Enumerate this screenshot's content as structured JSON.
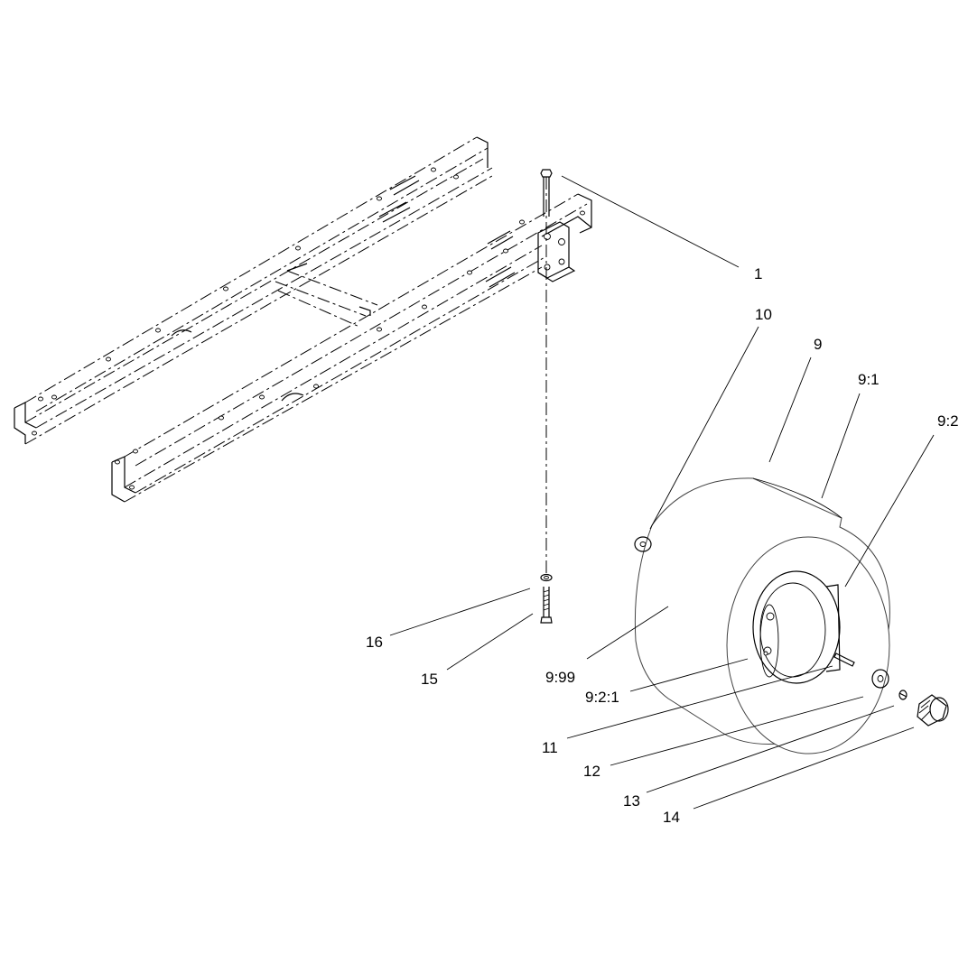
{
  "callouts": [
    {
      "id": "c1",
      "label": "1"
    },
    {
      "id": "c10",
      "label": "10"
    },
    {
      "id": "c9",
      "label": "9"
    },
    {
      "id": "c9_1",
      "label": "9:1"
    },
    {
      "id": "c9_2",
      "label": "9:2"
    },
    {
      "id": "c16",
      "label": "16"
    },
    {
      "id": "c15",
      "label": "15"
    },
    {
      "id": "c9_99",
      "label": "9:99"
    },
    {
      "id": "c9_2_1",
      "label": "9:2:1"
    },
    {
      "id": "c11",
      "label": "11"
    },
    {
      "id": "c12",
      "label": "12"
    },
    {
      "id": "c13",
      "label": "13"
    },
    {
      "id": "c14",
      "label": "14"
    }
  ]
}
